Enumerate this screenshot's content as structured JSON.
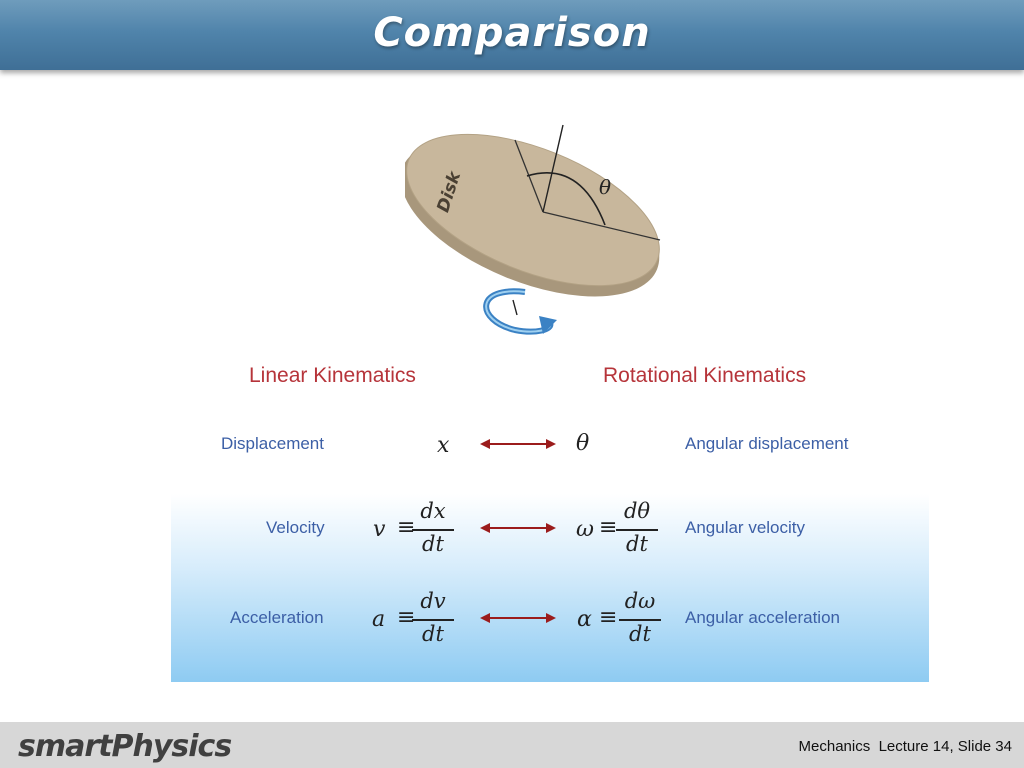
{
  "slide": {
    "title": "Comparison"
  },
  "figure": {
    "disk_label": "Disk",
    "angle_symbol": "θ"
  },
  "columns": {
    "linear_heading": "Linear Kinematics",
    "rotational_heading": "Rotational Kinematics"
  },
  "rows": [
    {
      "linear_label": "Displacement",
      "linear_symbol": "x",
      "rotational_symbol": "θ",
      "rotational_label": "Angular displacement"
    },
    {
      "linear_label": "Velocity",
      "linear_symbol": "v",
      "linear_num": "dx",
      "linear_den": "dt",
      "rotational_symbol": "ω",
      "rotational_num": "dθ",
      "rotational_den": "dt",
      "rotational_label": "Angular velocity"
    },
    {
      "linear_label": "Acceleration",
      "linear_symbol": "a",
      "linear_num": "dv",
      "linear_den": "dt",
      "rotational_symbol": "α",
      "rotational_num": "dω",
      "rotational_den": "dt",
      "rotational_label": "Angular acceleration"
    }
  ],
  "equiv_symbol": "≡",
  "footer": {
    "logo_text": "smartPhysics",
    "slide_info": "Mechanics  Lecture 14, Slide 34"
  },
  "colors": {
    "title_bar": "#5084ab",
    "heading_red": "#b6343a",
    "label_blue": "#3c5fa6",
    "arrow_red": "#9b1c1c",
    "disk_face": "#c8b79c"
  }
}
